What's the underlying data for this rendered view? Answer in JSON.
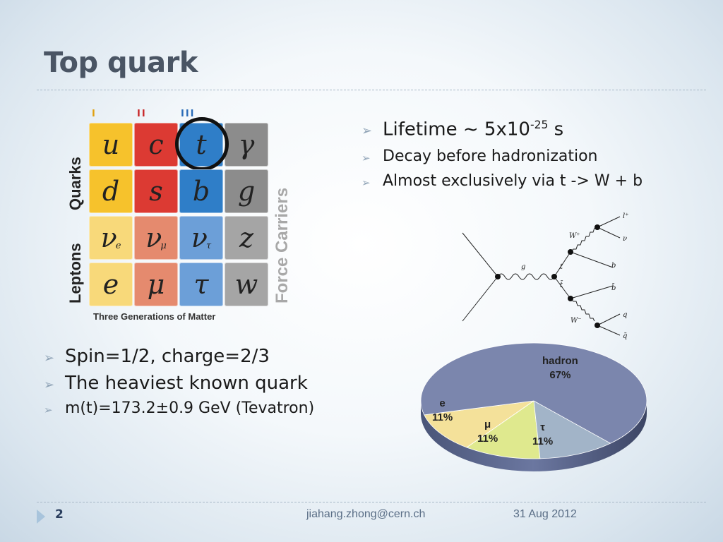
{
  "slide": {
    "title": "Top quark",
    "page_number": "2",
    "footer_email": "jiahang.zhong@cern.ch",
    "footer_date": "31 Aug 2012"
  },
  "right_bullets": {
    "lifetime_prefix": "Lifetime ~ 5x10",
    "lifetime_exp": "-25",
    "lifetime_suffix": " s",
    "sub1": "Decay before hadronization",
    "sub2": "Almost exclusively via t -> W + b"
  },
  "left_bullets": {
    "spin": "Spin=1/2, charge=2/3",
    "heaviest": "The heaviest known quark",
    "mass": "m(t)=173.2±0.9 GeV  (Tevatron)"
  },
  "particle_table": {
    "generations": [
      "I",
      "II",
      "III"
    ],
    "quarks_label": "Quarks",
    "leptons_label": "Leptons",
    "force_label": "Force Carriers",
    "caption": "Three Generations of Matter",
    "cells": {
      "u": "u",
      "c": "c",
      "t": "t",
      "gamma": "γ",
      "d": "d",
      "s": "s",
      "b": "b",
      "g": "g",
      "nu_e": "ν",
      "nu_e_sub": "e",
      "nu_mu": "ν",
      "nu_mu_sub": "μ",
      "nu_tau": "ν",
      "nu_tau_sub": "τ",
      "z": "z",
      "e": "e",
      "mu": "μ",
      "tau": "τ",
      "w": "w"
    }
  },
  "feynman": {
    "g": "g",
    "t": "t",
    "tbar": "t̄",
    "wplus": "W⁺",
    "wminus": "W⁻",
    "lplus": "l⁺",
    "nu": "ν",
    "b": "b",
    "bbar": "b̄",
    "q": "q",
    "qbar": "q̄"
  },
  "chart_data": {
    "type": "pie",
    "categories": [
      "hadron",
      "e",
      "μ",
      "τ"
    ],
    "values": [
      67,
      11,
      11,
      11
    ],
    "labels": [
      "67%",
      "11%",
      "11%",
      "11%"
    ],
    "colors": [
      "#7b86ad",
      "#f4e19a",
      "#dfe98e",
      "#a2b4c8"
    ]
  }
}
